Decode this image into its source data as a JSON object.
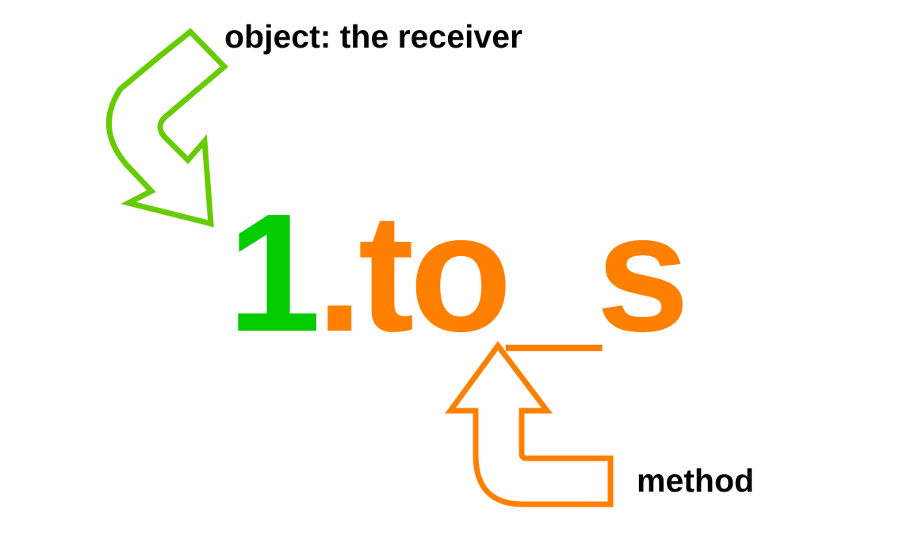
{
  "labels": {
    "receiver": "object: the receiver",
    "method": "method"
  },
  "code": {
    "receiver": "1",
    "method": ".to_s"
  },
  "colors": {
    "receiver": "#00cc00",
    "method": "#ff8000",
    "receiver_arrow": "#66cc00",
    "method_arrow": "#ff8000",
    "text": "#000000",
    "background": "#ffffff"
  },
  "icons": {
    "receiver_arrow": "curved-arrow-icon",
    "method_arrow": "curved-arrow-icon"
  }
}
